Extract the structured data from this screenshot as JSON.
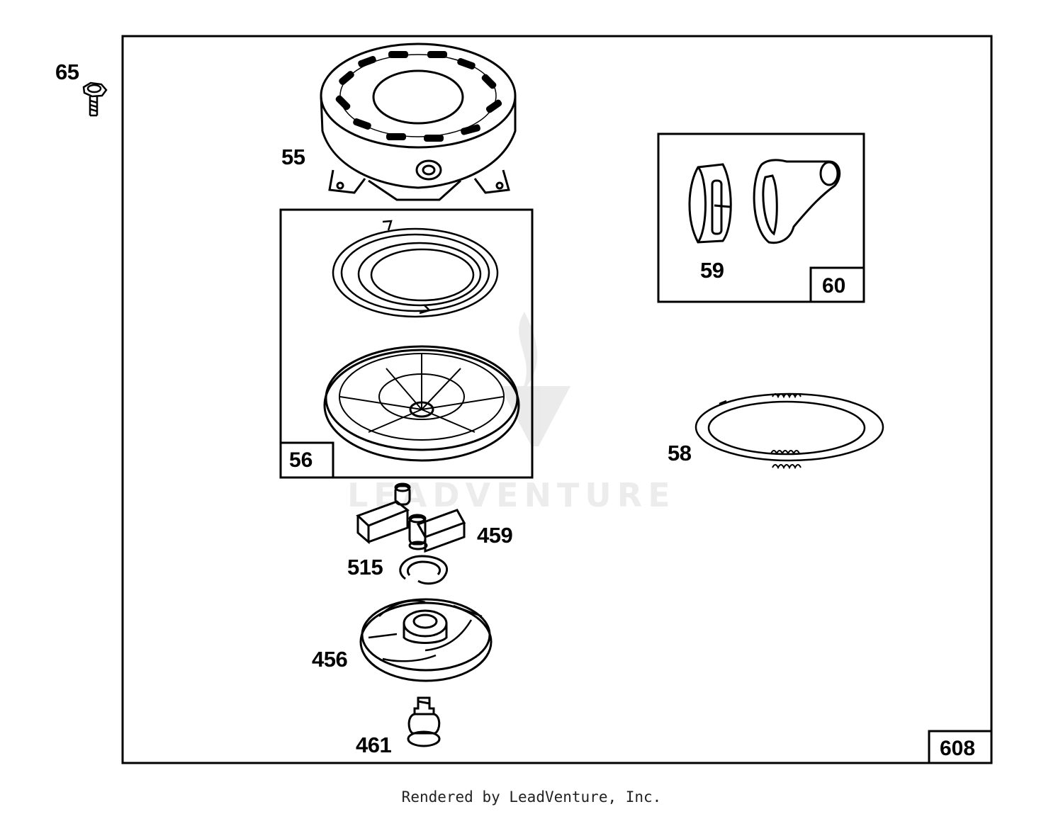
{
  "callouts": {
    "p65": "65",
    "p55": "55",
    "p59": "59",
    "p58": "58",
    "p459": "459",
    "p515": "515",
    "p456": "456",
    "p461": "461"
  },
  "kit_boxes": {
    "k56": "56",
    "k60": "60",
    "k608": "608"
  },
  "watermark": "LEADVENTURE",
  "footer": {
    "credit": "Rendered by LeadVenture, Inc."
  }
}
